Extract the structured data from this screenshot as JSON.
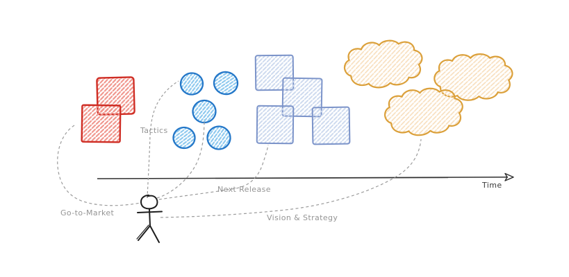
{
  "diagram": {
    "labels": {
      "tactics": "Tactics",
      "go_to_market": "Go-to-Market",
      "next_release": "Next Release",
      "vision_strategy": "Vision & Strategy",
      "time": "Time"
    },
    "groups": [
      {
        "name": "go-to-market",
        "shape": "square",
        "count": 2,
        "color": "#cf2d24"
      },
      {
        "name": "tactics",
        "shape": "circle",
        "count": 5,
        "color": "#2477c8"
      },
      {
        "name": "next-release",
        "shape": "square",
        "count": 4,
        "color": "#7b93c9"
      },
      {
        "name": "vision-strategy",
        "shape": "cloud",
        "count": 3,
        "color": "#dba03a"
      }
    ],
    "connector_color": "#9b9b9b",
    "label_color": "#8f8f8f",
    "time_label_color": "#3a3a3a",
    "timeline_color": "#2f2f2f",
    "figure_color": "#1d1d1d"
  }
}
